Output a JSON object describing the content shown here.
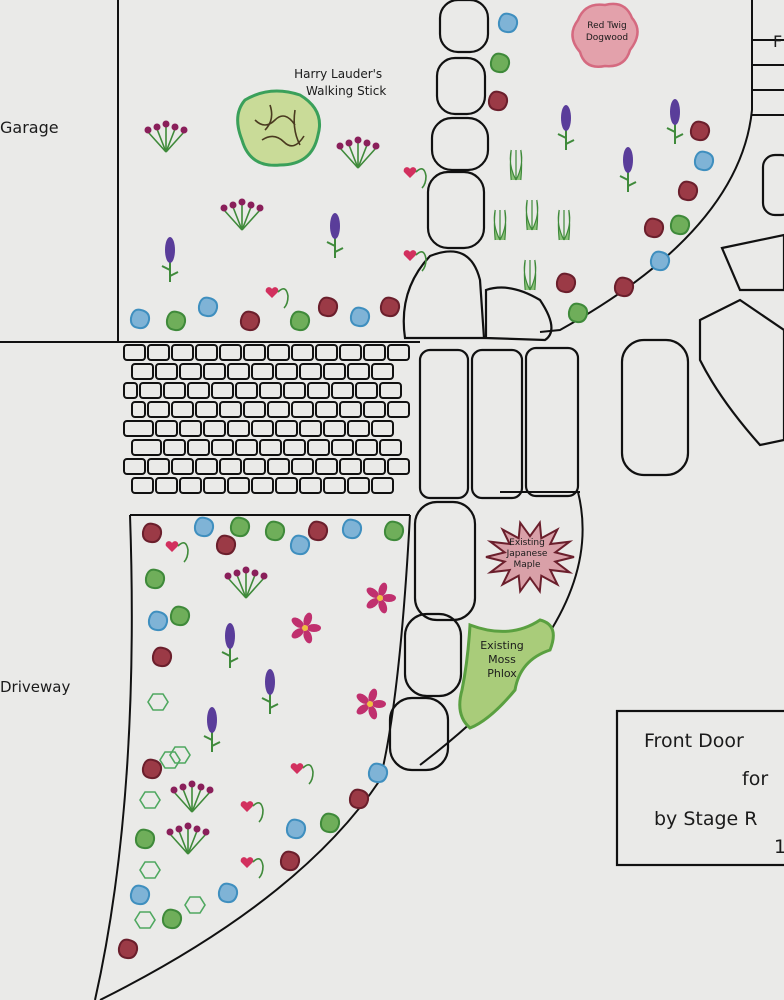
{
  "labels": {
    "garage": "Garage",
    "driveway": "Driveway",
    "walking_stick": [
      "Harry Lauder's",
      "Walking Stick"
    ],
    "dogwood": [
      "Red Twig",
      "Dogwood"
    ],
    "house_partial": "F",
    "maple": [
      "Existing",
      "Japanese",
      "Maple"
    ],
    "phlox": [
      "Existing",
      "Moss",
      "Phlox"
    ]
  },
  "title_block": {
    "line1": "Front Door",
    "line2": "for",
    "line3": "by Stage R",
    "line4": "1"
  },
  "colors": {
    "paper": "#eaeae8",
    "ink": "#111111",
    "maroon": "#9b3a46",
    "green": "#6fae5a",
    "blue": "#7fb3d6",
    "purple": "#5a3d9a",
    "magenta": "#c0306e",
    "pink": "#d98a9a"
  }
}
